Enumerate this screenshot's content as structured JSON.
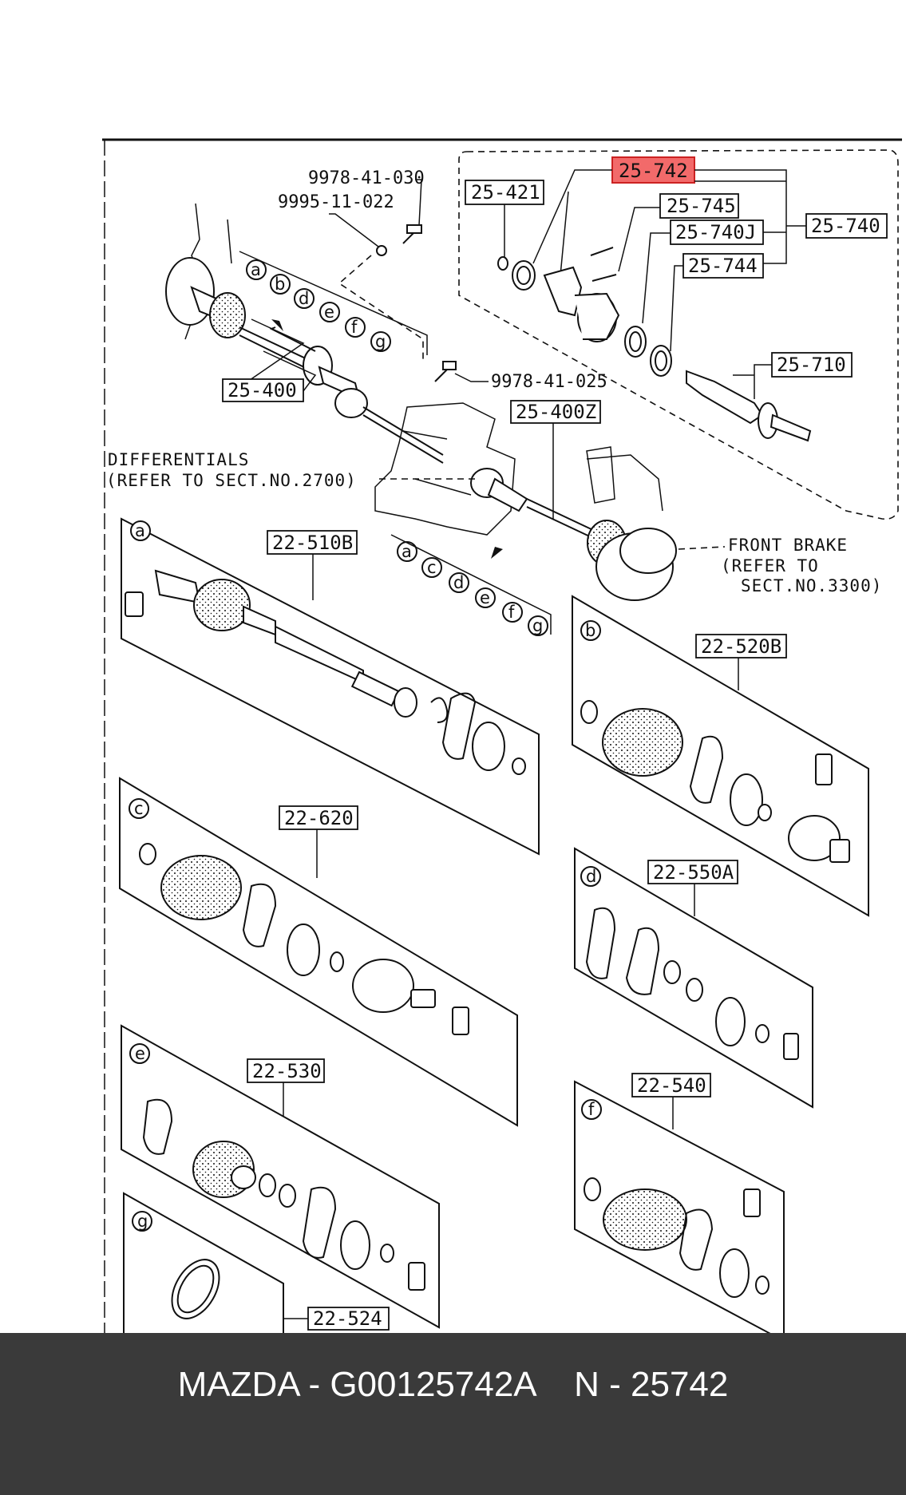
{
  "diagram": {
    "callouts": {
      "c25_742": "25-742",
      "c25_421": "25-421",
      "c25_745": "25-745",
      "c25_740J": "25-740J",
      "c25_740": "25-740",
      "c25_744": "25-744",
      "c25_710": "25-710",
      "c25_400": "25-400",
      "c25_400Z": "25-400Z",
      "c22_510B": "22-510B",
      "c22_520B": "22-520B",
      "c22_620": "22-620",
      "c22_550A": "22-550A",
      "c22_530": "22-530",
      "c22_540": "22-540",
      "c22_524": "22-524"
    },
    "bolt_numbers": {
      "b1": "9978-41-030",
      "b2": "9995-11-022",
      "b3": "9978-41-025"
    },
    "notes": {
      "differentials_1": "DIFFERENTIALS",
      "differentials_2": "(REFER TO SECT.NO.2700)",
      "brake_1": "FRONT BRAKE",
      "brake_2": "(REFER TO",
      "brake_3": "SECT.NO.3300)"
    },
    "letters": {
      "a": "a",
      "b": "b",
      "c": "c",
      "d": "d",
      "e": "e",
      "f": "f",
      "g": "g"
    },
    "highlight_color": "#f26a6a"
  },
  "footer": {
    "text": "MAZDA - G00125742A    N - 25742"
  }
}
